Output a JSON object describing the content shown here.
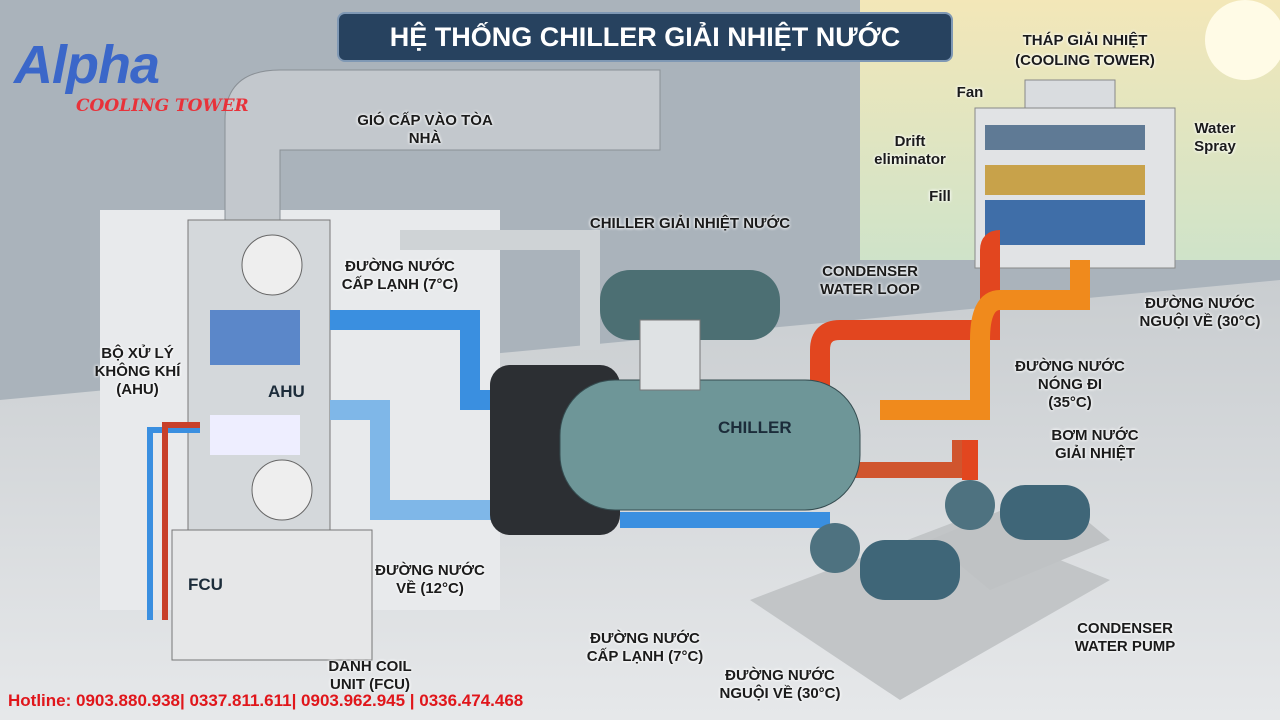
{
  "title": "HỆ THỐNG CHILLER GIẢI NHIỆT NƯỚC",
  "logo": {
    "brand": "Alpha",
    "sub": "COOLING TOWER"
  },
  "labels": {
    "supply_air": "GIÓ CẤP VÀO TÒA NHÀ",
    "tower_title_1": "THÁP GIẢI NHIỆT",
    "tower_title_2": "(COOLING TOWER)",
    "fan": "Fan",
    "drift": "Drift eliminator",
    "fill": "Fill",
    "water_spray": "Water Spray",
    "chiller_title": "CHILLER GIẢI NHIỆT NƯỚC",
    "chilled_supply_top": "ĐƯỜNG NƯỚC CẤP LẠNH (7°C)",
    "condenser_loop": "CONDENSER WATER LOOP",
    "cool_return_top": "ĐƯỜNG NƯỚC NGUỘI VỀ (30°C)",
    "ahu_desc": "BỘ XỬ LÝ KHÔNG KHÍ (AHU)",
    "ahu": "AHU",
    "chiller": "CHILLER",
    "hot_out": "ĐƯỜNG NƯỚC NÓNG ĐI (35°C)",
    "pump_desc": "BƠM NƯỚC GIẢI NHIỆT",
    "fcu": "FCU",
    "return_12": "ĐƯỜNG NƯỚC VỀ (12°C)",
    "chilled_supply_bottom": "ĐƯỜNG NƯỚC CẤP LẠNH (7°C)",
    "condenser_pump": "CONDENSER WATER PUMP",
    "fcu_desc": "DANH COIL UNIT (FCU)",
    "cool_return_bottom": "ĐƯỜNG NƯỚC NGUỘI VỀ (30°C)"
  },
  "hotline": "Hotline: 0903.880.938|  0337.811.611| 0903.962.945 | 0336.474.468",
  "colors": {
    "chilled": "#3a8fe0",
    "hot": "#e2461f",
    "warm": "#f08a1c",
    "title_bg": "#27425f"
  }
}
